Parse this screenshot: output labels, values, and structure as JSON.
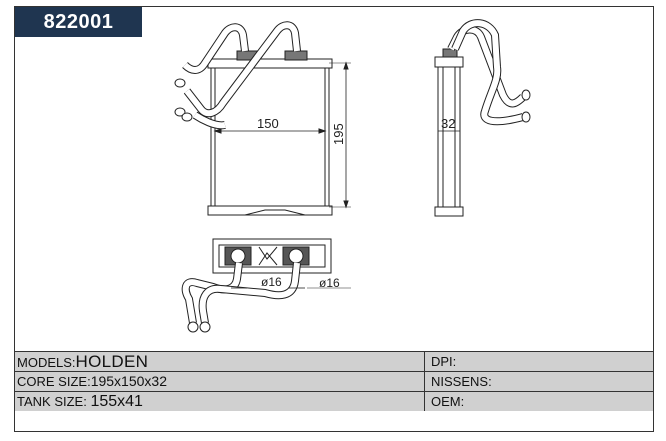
{
  "part_number": "822001",
  "dimensions": {
    "width": "150",
    "height": "195",
    "depth": "32",
    "pipe_left": "ø16",
    "pipe_right": "ø16"
  },
  "specs": {
    "models_label": "MODELS:",
    "models_value": "HOLDEN",
    "core_label": "CORE SIZE:",
    "core_value": "195x150x32",
    "tank_label": "TANK SIZE: ",
    "tank_value": "155x41",
    "dpi_label": "DPI:",
    "nissens_label": "NISSENS:",
    "oem_label": "OEM:"
  }
}
